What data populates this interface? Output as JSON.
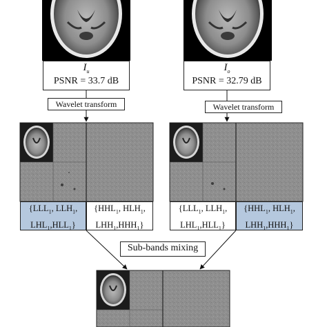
{
  "left_branch": {
    "symbol": "I",
    "symbol_sub": "u",
    "psnr": "PSNR = 33.7 dB",
    "transform_label": "Wavelet transform",
    "subbands_a_line1": "{LLL",
    "subbands_a_line2": "LHL",
    "subbands_b_line1": "{HHL",
    "subbands_b_line2": "LHH"
  },
  "right_branch": {
    "symbol": "I",
    "symbol_sub": "o",
    "psnr": "PSNR = 32.79 dB",
    "transform_label": "Wavelet transform"
  },
  "mixing_label": "Sub-bands mixing",
  "colors": {
    "selected_subband": "#b5c8de",
    "mri_background": "#000000",
    "wavelet_gray": "#8e8e8e"
  }
}
